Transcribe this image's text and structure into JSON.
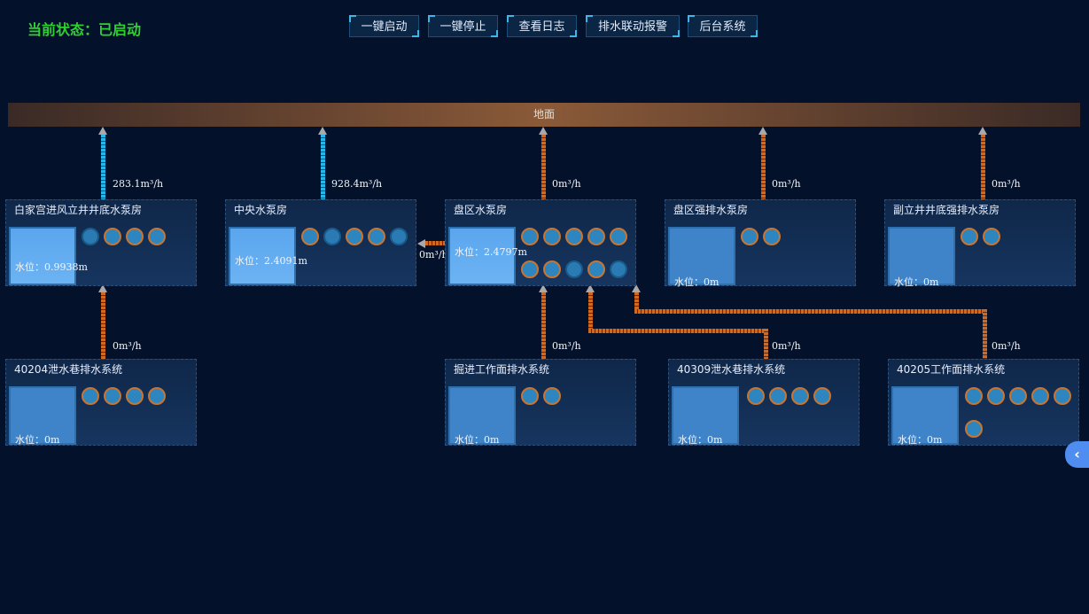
{
  "status": "当前状态：已启动",
  "toolbar": {
    "start_all": "一键启动",
    "stop_all": "一键停止",
    "view_log": "查看日志",
    "drain_alarm": "排水联动报警",
    "backend": "后台系统"
  },
  "ground_label": "地面",
  "stations": {
    "s1": {
      "name": "白家宫进风立井井底水泵房",
      "level": "水位：0.9938m",
      "flow": "283.1m³/h"
    },
    "s2": {
      "name": "中央水泵房",
      "level": "水位：2.4091m",
      "flow": "928.4m³/h"
    },
    "s3": {
      "name": "盘区水泵房",
      "level": "水位：2.4797m",
      "flow": "0m³/h",
      "side_flow": "0m³/h"
    },
    "s4": {
      "name": "盘区强排水泵房",
      "level": "水位：0m",
      "flow": "0m³/h"
    },
    "s5": {
      "name": "副立井井底强排水泵房",
      "level": "水位：0m",
      "flow": "0m³/h"
    },
    "s6": {
      "name": "40204泄水巷排水系统",
      "level": "水位：0m",
      "flow": "0m³/h"
    },
    "s7": {
      "name": "掘进工作面排水系统",
      "level": "水位：0m",
      "flow": "0m³/h"
    },
    "s8": {
      "name": "40309泄水巷排水系统",
      "level": "水位：0m",
      "flow": "0m³/h"
    },
    "s9": {
      "name": "40205工作面排水系统",
      "level": "水位：0m",
      "flow": "0m³/h"
    }
  },
  "collapse_icon": "‹",
  "colors": {
    "status": "#2fd12f",
    "pipe_active": "#29b6ea",
    "pipe_idle": "#d06a22"
  }
}
